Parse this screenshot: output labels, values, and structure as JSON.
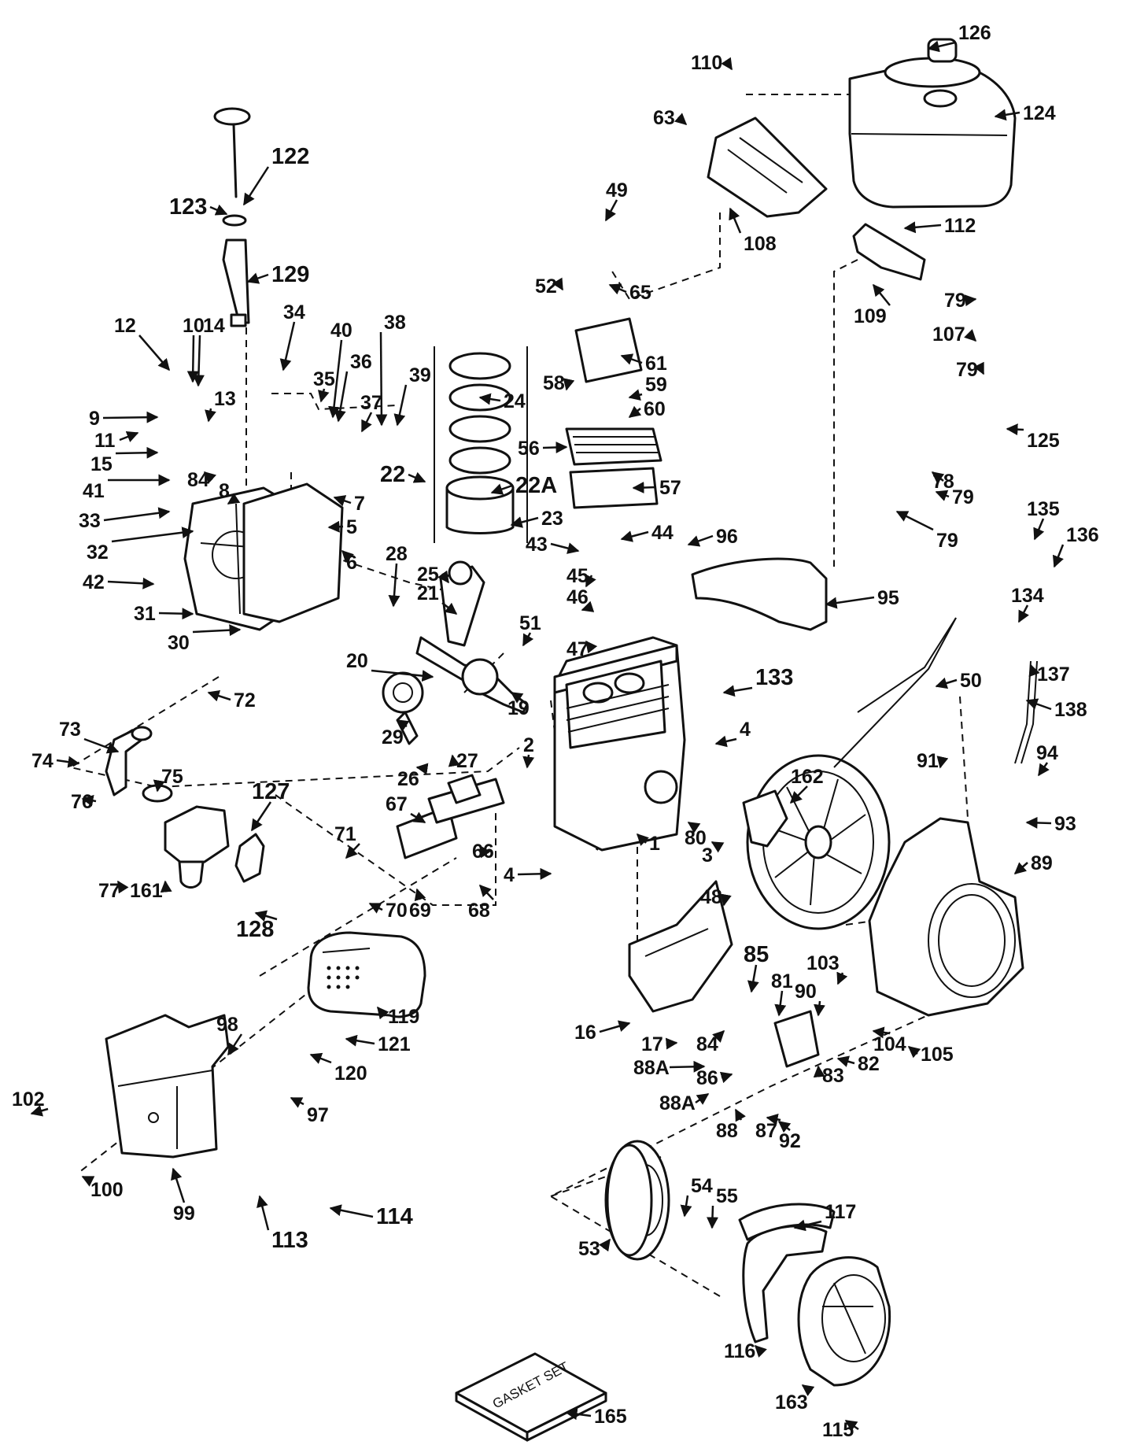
{
  "diagram": {
    "gasket_set_label": "GASKET SET",
    "part_numbers": [
      "1",
      "2",
      "3",
      "4",
      "5",
      "6",
      "7",
      "8",
      "9",
      "10",
      "11",
      "12",
      "13",
      "14",
      "15",
      "16",
      "17",
      "19",
      "20",
      "21",
      "22",
      "22A",
      "23",
      "24",
      "25",
      "26",
      "27",
      "28",
      "29",
      "30",
      "31",
      "32",
      "33",
      "34",
      "35",
      "36",
      "37",
      "38",
      "39",
      "40",
      "41",
      "42",
      "43",
      "44",
      "45",
      "46",
      "47",
      "48",
      "49",
      "50",
      "51",
      "52",
      "53",
      "54",
      "55",
      "56",
      "57",
      "58",
      "59",
      "60",
      "61",
      "63",
      "65",
      "66",
      "67",
      "68",
      "69",
      "70",
      "71",
      "72",
      "73",
      "74",
      "75",
      "76",
      "77",
      "78",
      "79",
      "80",
      "81",
      "82",
      "83",
      "84",
      "85",
      "86",
      "87",
      "88",
      "88A",
      "89",
      "90",
      "91",
      "92",
      "93",
      "94",
      "95",
      "96",
      "97",
      "98",
      "99",
      "100",
      "102",
      "103",
      "104",
      "105",
      "107",
      "108",
      "109",
      "110",
      "112",
      "113",
      "114",
      "115",
      "116",
      "117",
      "119",
      "120",
      "121",
      "122",
      "123",
      "124",
      "125",
      "126",
      "127",
      "128",
      "129",
      "133",
      "134",
      "135",
      "136",
      "137",
      "138",
      "161",
      "162",
      "163",
      "165"
    ]
  }
}
